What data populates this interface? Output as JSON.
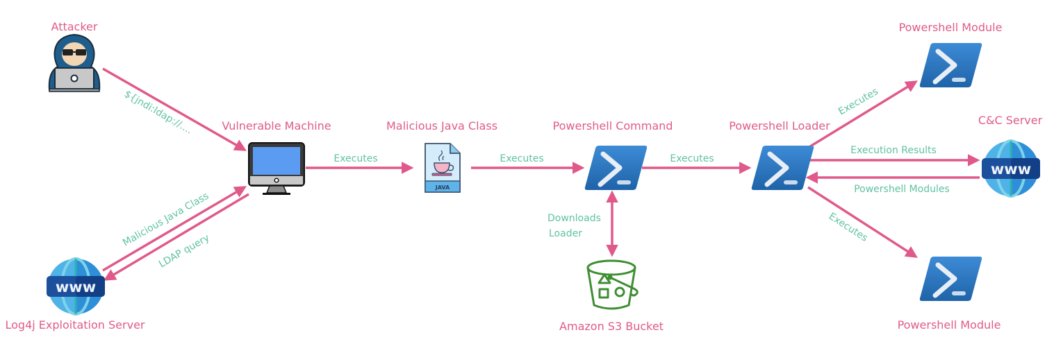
{
  "colors": {
    "node_label": "#e05a8a",
    "edge_label": "#5fc2a2",
    "edge": "#e0598a",
    "powershell_blue": "#2e76bf",
    "s3_green": "#3f8e33"
  },
  "nodes": {
    "attacker": {
      "label": "Attacker",
      "icon": "hacker-icon"
    },
    "vulnerable_machine": {
      "label": "Vulnerable Machine",
      "icon": "computer-monitor-icon"
    },
    "log4j_server": {
      "label": "Log4j Exploitation Server",
      "icon": "www-globe-icon"
    },
    "java_class": {
      "label": "Malicious Java Class",
      "icon": "java-file-icon",
      "badge": "JAVA"
    },
    "ps_command": {
      "label": "Powershell Command",
      "icon": "powershell-icon"
    },
    "s3_bucket": {
      "label": "Amazon S3 Bucket",
      "icon": "s3-bucket-icon"
    },
    "ps_loader": {
      "label": "Powershell Loader",
      "icon": "powershell-icon"
    },
    "ps_module_top": {
      "label": "Powershell Module",
      "icon": "powershell-icon"
    },
    "cc_server": {
      "label": "C&C Server",
      "icon": "www-globe-icon"
    },
    "ps_module_bottom": {
      "label": "Powershell Module",
      "icon": "powershell-icon"
    }
  },
  "edges": {
    "attacker_to_vm": {
      "label": "${jndi:ldap://....",
      "from": "Attacker",
      "to": "Vulnerable Machine"
    },
    "vm_to_log4j": {
      "label": "LDAP query",
      "from": "Vulnerable Machine",
      "to": "Log4j Exploitation Server"
    },
    "log4j_to_vm": {
      "label": "Malicious Java Class",
      "from": "Log4j Exploitation Server",
      "to": "Vulnerable Machine"
    },
    "vm_to_java": {
      "label": "Executes",
      "from": "Vulnerable Machine",
      "to": "Malicious Java Class"
    },
    "java_to_pscmd": {
      "label": "Executes",
      "from": "Malicious Java Class",
      "to": "Powershell Command"
    },
    "pscmd_s3": {
      "label_line1": "Downloads",
      "label_line2": "Loader",
      "from": "Powershell Command",
      "to": "Amazon S3 Bucket",
      "bidirectional": true
    },
    "pscmd_to_loader": {
      "label": "Executes",
      "from": "Powershell Command",
      "to": "Powershell Loader"
    },
    "loader_to_module_top": {
      "label": "Executes",
      "from": "Powershell Loader",
      "to": "Powershell Module"
    },
    "loader_to_cc": {
      "label": "Execution Results",
      "from": "Powershell Loader",
      "to": "C&C Server"
    },
    "cc_to_loader": {
      "label": "Powershell Modules",
      "from": "C&C Server",
      "to": "Powershell Loader"
    },
    "loader_to_module_bottom": {
      "label": "Executes",
      "from": "Powershell Loader",
      "to": "Powershell Module"
    }
  }
}
